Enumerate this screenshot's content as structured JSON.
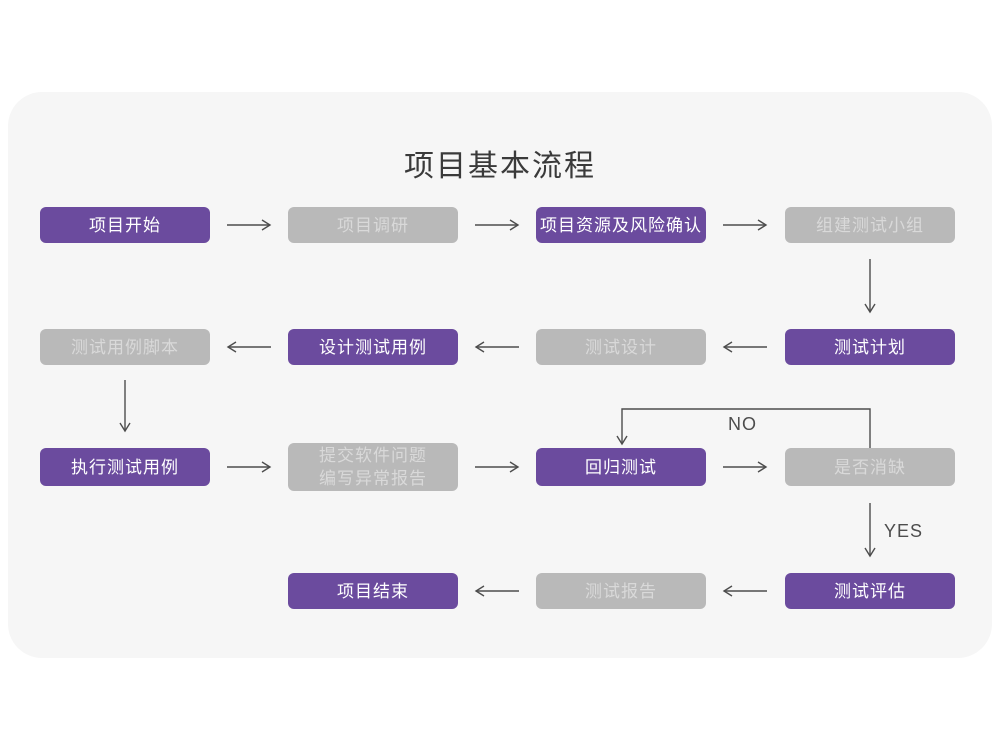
{
  "title": "项目基本流程",
  "colors": {
    "page_bg": "#ffffff",
    "card_bg": "#f6f6f6",
    "purple_box": "#6b4b9e",
    "gray_box": "#b9b9b9",
    "text_on_purple": "#ffffff",
    "text_on_gray": "#d9d9d9",
    "arrow": "#4d4d4d",
    "title_text": "#3a3a3a"
  },
  "nodes": [
    {
      "id": "project-start",
      "label": "项目开始",
      "variant": "purple"
    },
    {
      "id": "project-research",
      "label": "项目调研",
      "variant": "gray"
    },
    {
      "id": "resource-risk-confirm",
      "label": "项目资源及风险确认",
      "variant": "purple"
    },
    {
      "id": "build-test-team",
      "label": "组建测试小组",
      "variant": "gray"
    },
    {
      "id": "test-plan",
      "label": "测试计划",
      "variant": "purple"
    },
    {
      "id": "test-design",
      "label": "测试设计",
      "variant": "gray"
    },
    {
      "id": "design-test-cases",
      "label": "设计测试用例",
      "variant": "purple"
    },
    {
      "id": "test-case-scripts",
      "label": "测试用例脚本",
      "variant": "gray"
    },
    {
      "id": "execute-test-cases",
      "label": "执行测试用例",
      "variant": "purple"
    },
    {
      "id": "submit-issue-report",
      "label": "提交软件问题",
      "label2": "编写异常报告",
      "variant": "gray"
    },
    {
      "id": "regression-test",
      "label": "回归测试",
      "variant": "purple"
    },
    {
      "id": "defect-resolved",
      "label": "是否消缺",
      "variant": "gray"
    },
    {
      "id": "test-evaluation",
      "label": "测试评估",
      "variant": "purple"
    },
    {
      "id": "test-report",
      "label": "测试报告",
      "variant": "gray"
    },
    {
      "id": "project-end",
      "label": "项目结束",
      "variant": "purple"
    }
  ],
  "edge_labels": {
    "no": "NO",
    "yes": "YES"
  }
}
